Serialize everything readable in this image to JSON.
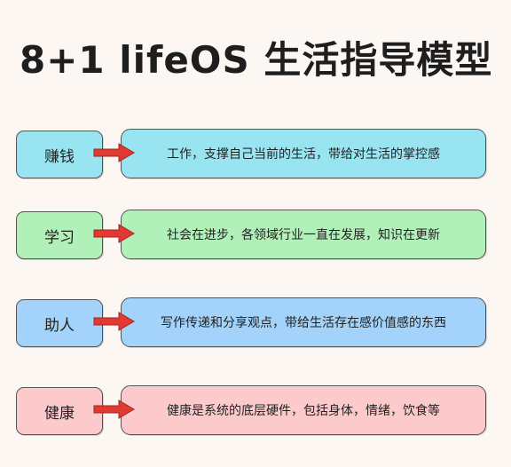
{
  "title": "8+1 lifeOS 生活指导模型",
  "colors": {
    "cyan": "#99e4f1",
    "green": "#b2f0b9",
    "blue": "#a3d3fa",
    "pink": "#fccacb",
    "arrow": "#e03a32"
  },
  "rows": [
    {
      "label": "赚钱",
      "description": "工作，支撑自己当前的生活，带给对生活的掌控感",
      "color": "cyan"
    },
    {
      "label": "学习",
      "description": "社会在进步，各领域行业一直在发展，知识在更新",
      "color": "green"
    },
    {
      "label": "助人",
      "description": "写作传递和分享观点，带给生活存在感价值感的东西",
      "color": "blue"
    },
    {
      "label": "健康",
      "description": "健康是系统的底层硬件，包括身体，情绪，饮食等",
      "color": "pink"
    }
  ]
}
